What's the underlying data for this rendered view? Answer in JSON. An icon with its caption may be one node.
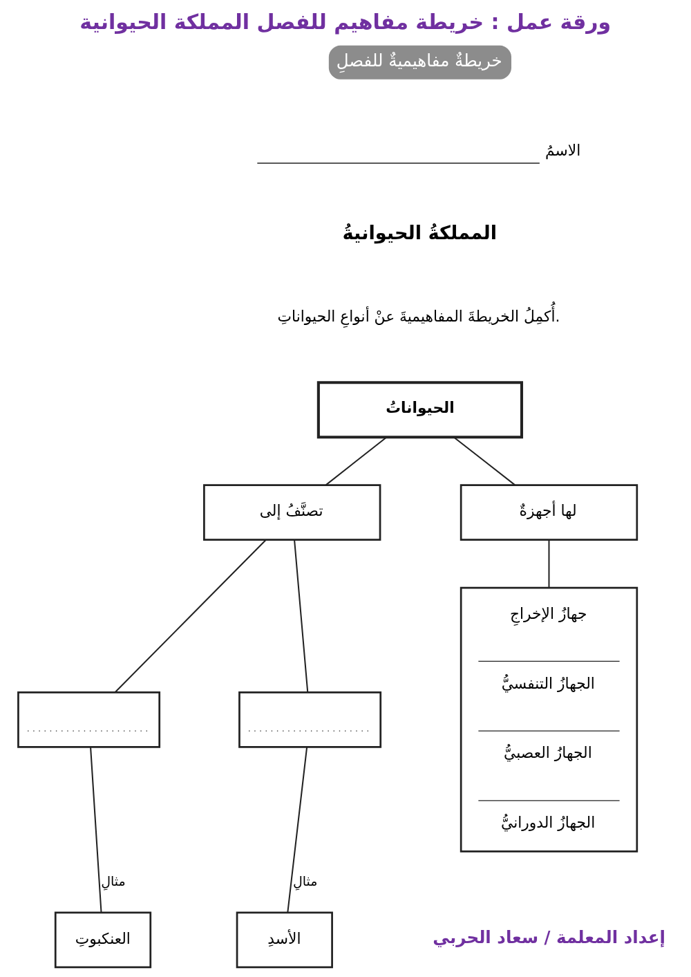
{
  "diagram": {
    "title": "ورقة عمل : خريطة مفاهيم للفصل المملكة الحيوانية",
    "caption": "إعداد المعلمة / سعاد الحربي",
    "nodes": [
      {
        "text": [
          "الحيواناتُ"
        ]
      },
      {
        "text": [
          "لها أجهزةٌ"
        ]
      },
      {
        "text": [
          "تصنَّفُ إلى"
        ]
      },
      {
        "text": [
          "جهازُ الإخراجِ",
          "الجهازُ التنفسيُّ",
          "الجهازُ العصبيُّ",
          "الجهازُ الدورانيُّ"
        ]
      },
      {
        "text": [],
        "shape": "box"
      },
      {
        "text": [],
        "shape": "box"
      },
      {
        "text": [
          "الأسدِ"
        ]
      },
      {
        "text": [
          "العنكبوتِ"
        ]
      }
    ],
    "edges": [
      {
        "from": 0,
        "to": 1,
        "arrow": "none"
      },
      {
        "from": 0,
        "to": 2,
        "arrow": "none"
      },
      {
        "from": 1,
        "to": 3,
        "arrow": "none"
      },
      {
        "from": 2,
        "to": 4,
        "arrow": "none"
      },
      {
        "from": 2,
        "to": 5,
        "arrow": "none"
      },
      {
        "from": 4,
        "to": 6,
        "label": "مثالِ",
        "arrow": "none"
      },
      {
        "from": 5,
        "to": 7,
        "label": "مثالِ",
        "arrow": "none"
      }
    ],
    "labels": [
      "خريطةٌ مفاهيميةٌ للفصلِ",
      "الاسمُ",
      "المملكةُ الحيوانيةُ",
      "أُكمِلُ الخريطةَ المفاهيميةَ عنْ أنواعِ الحيواناتِ."
    ]
  }
}
